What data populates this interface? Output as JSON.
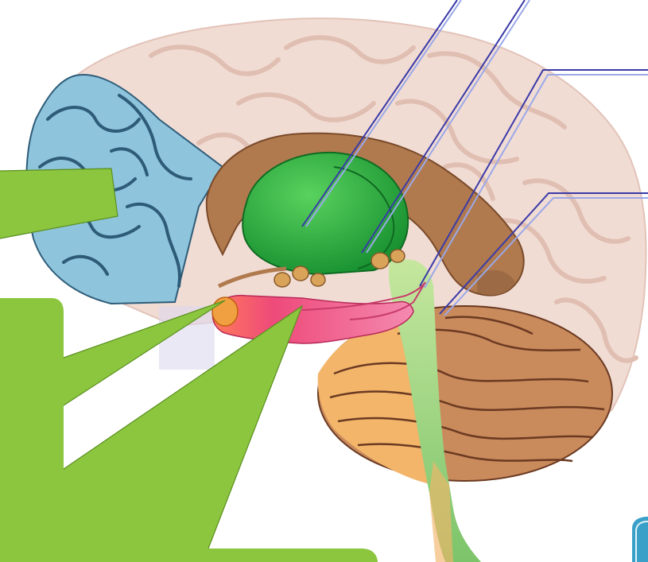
{
  "colors": {
    "cerebrum": "#f1dcd4",
    "cerebrum_outline": "#e2c3b8",
    "frontal_blue": "#8fc4dd",
    "frontal_blue_dark": "#2e5c78",
    "thalamus_green": "#22a83a",
    "thalamus_green_light": "#4ccc52",
    "brainstem_green": "#a8d98c",
    "limbic_brown": "#b07a4e",
    "amygdala_orange": "#f0a040",
    "hippocampus_pink": "#e24a7e",
    "cerebellum_brown": "#c98a5c",
    "cerebellum_orange": "#f2b56a",
    "callout_green": "#8cc63f",
    "callout_outline": "#5a8f1f",
    "leader_line": "#3a3aa8",
    "corner_tab": "#3aa0c8"
  },
  "callouts": [
    {
      "name": "frontal-cortex-callout",
      "points_to": "frontal cortex"
    },
    {
      "name": "amygdala-callout",
      "points_to": "amygdala"
    },
    {
      "name": "hippocampus-callout",
      "points_to": "hippocampus"
    }
  ],
  "leader_lines": [
    {
      "name": "leader-line-thalamus",
      "points_to": "thalamus"
    },
    {
      "name": "leader-line-hypothalamus",
      "points_to": "hypothalamus"
    },
    {
      "name": "leader-line-brainstem",
      "points_to": "brainstem"
    },
    {
      "name": "leader-line-cerebellum",
      "points_to": "cerebellum"
    }
  ]
}
